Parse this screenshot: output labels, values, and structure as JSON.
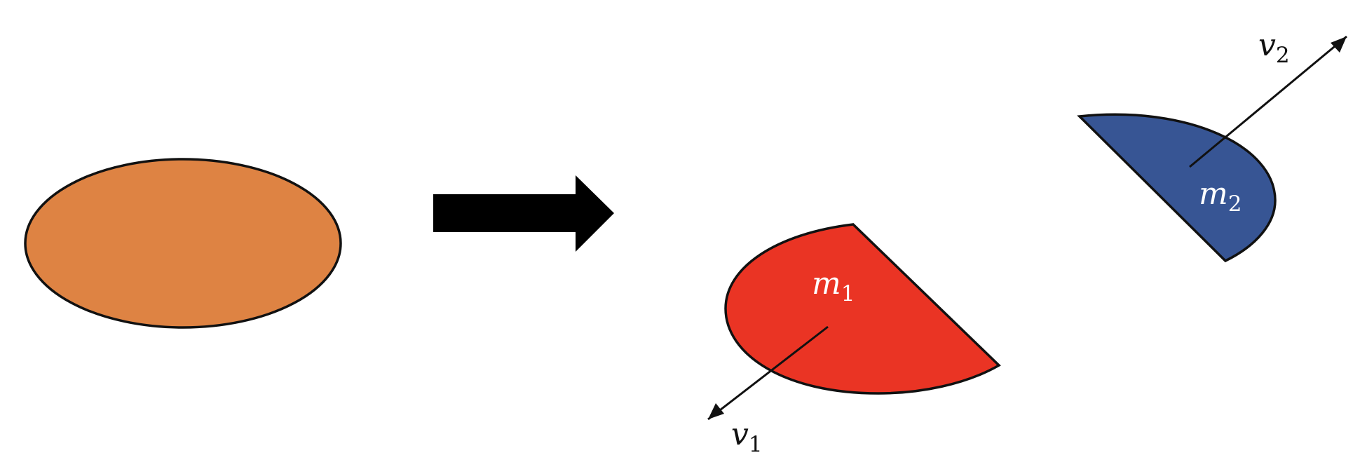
{
  "colors": {
    "whole_body": "#DE8343",
    "fragment_1": "#EA3424",
    "fragment_2": "#375594",
    "arrow": "#000000",
    "outline": "#111111",
    "label_light": "#ffffff",
    "label_dark": "#111111"
  },
  "labels": {
    "m1": {
      "base": "m",
      "sub": "1"
    },
    "m2": {
      "base": "m",
      "sub": "2"
    },
    "v1": {
      "base": "v",
      "sub": "1"
    },
    "v2": {
      "base": "v",
      "sub": "2"
    }
  }
}
